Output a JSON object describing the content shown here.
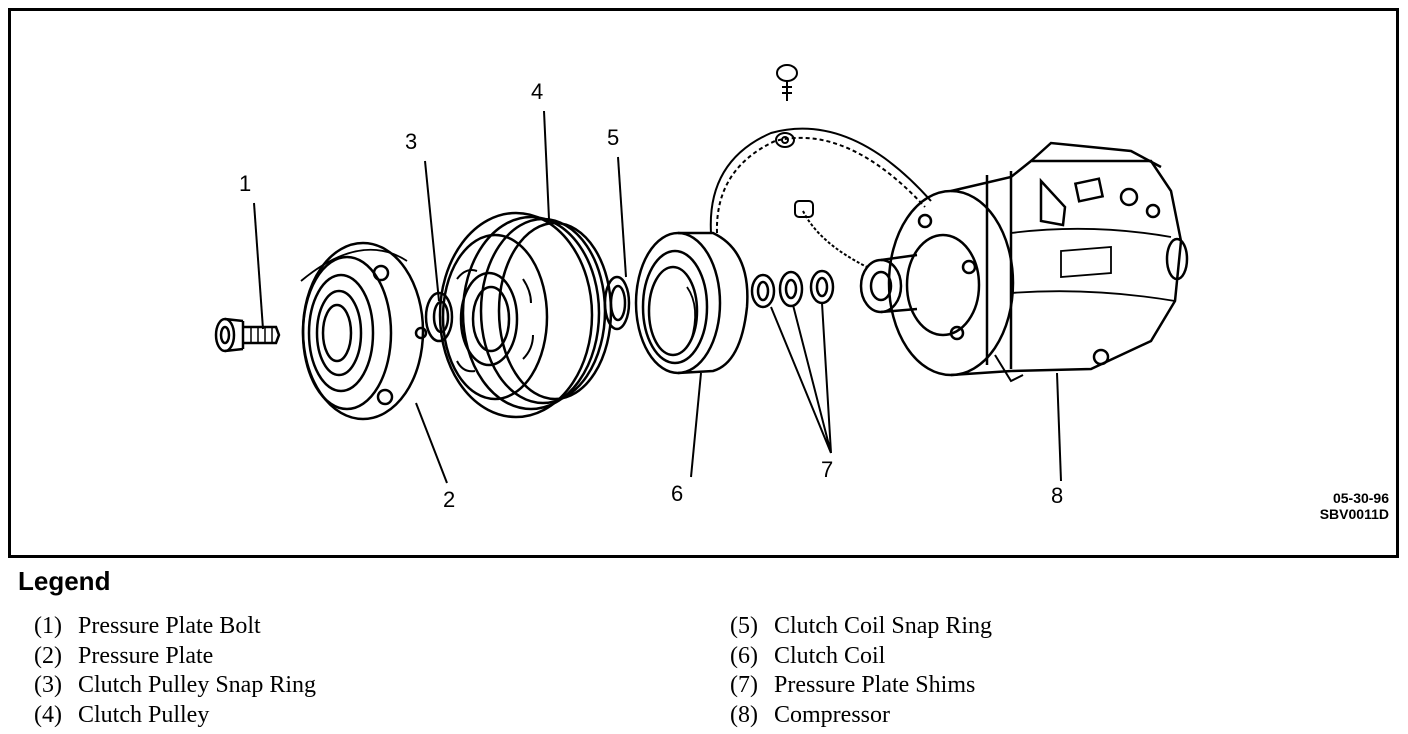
{
  "diagram": {
    "callouts": [
      "1",
      "2",
      "3",
      "4",
      "5",
      "6",
      "7",
      "8"
    ],
    "figure_code_line1": "05-30-96",
    "figure_code_line2": "SBV0011D"
  },
  "legend": {
    "title": "Legend",
    "items": [
      {
        "num": "(1)",
        "label": "Pressure Plate Bolt"
      },
      {
        "num": "(2)",
        "label": "Pressure Plate"
      },
      {
        "num": "(3)",
        "label": "Clutch Pulley Snap Ring"
      },
      {
        "num": "(4)",
        "label": "Clutch Pulley"
      },
      {
        "num": "(5)",
        "label": "Clutch Coil Snap Ring"
      },
      {
        "num": "(6)",
        "label": "Clutch Coil"
      },
      {
        "num": "(7)",
        "label": "Pressure Plate Shims"
      },
      {
        "num": "(8)",
        "label": "Compressor"
      }
    ]
  }
}
